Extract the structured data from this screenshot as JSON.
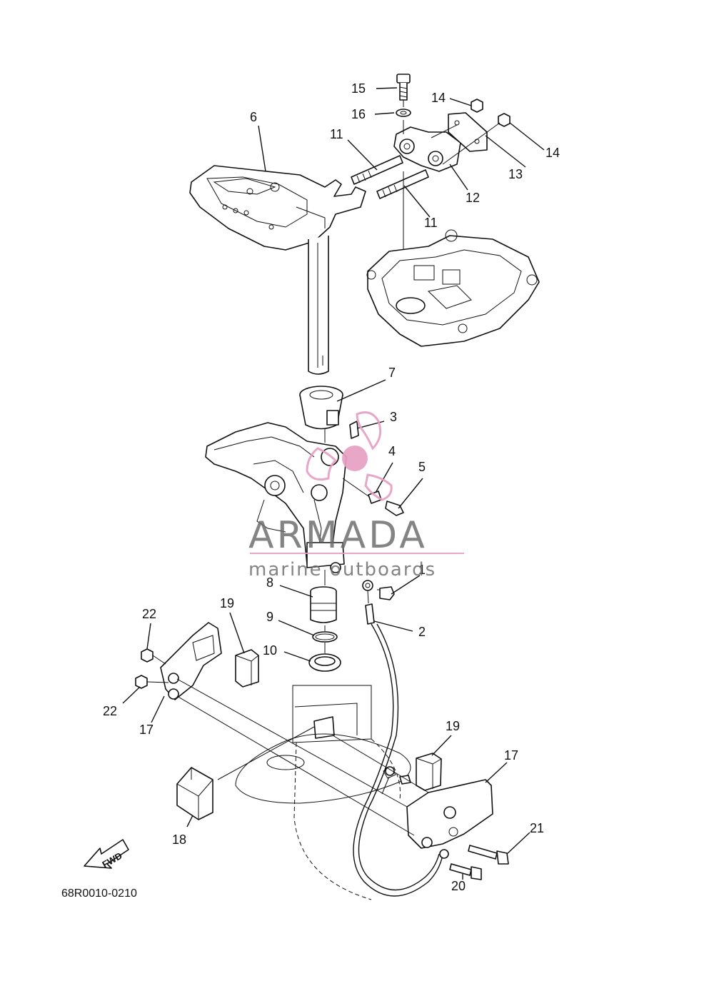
{
  "callouts": {
    "c1": "1",
    "c2": "2",
    "c3": "3",
    "c4": "4",
    "c5": "5",
    "c6": "6",
    "c7": "7",
    "c8": "8",
    "c9": "9",
    "c10": "10",
    "c11a": "11",
    "c11b": "11",
    "c12": "12",
    "c13": "13",
    "c14a": "14",
    "c14b": "14",
    "c15": "15",
    "c16": "16",
    "c17a": "17",
    "c17b": "17",
    "c18": "18",
    "c19a": "19",
    "c19b": "19",
    "c20": "20",
    "c21": "21",
    "c22a": "22",
    "c22b": "22"
  },
  "fwd_label": "FWD",
  "drawing_code": "68R0010-0210",
  "watermark": {
    "title": "ARMADA",
    "subtitle": "marine outboards",
    "accent_color": "#e8a0c4"
  },
  "colors": {
    "ink": "#111111",
    "watermark_text": "#6a6a6a"
  }
}
